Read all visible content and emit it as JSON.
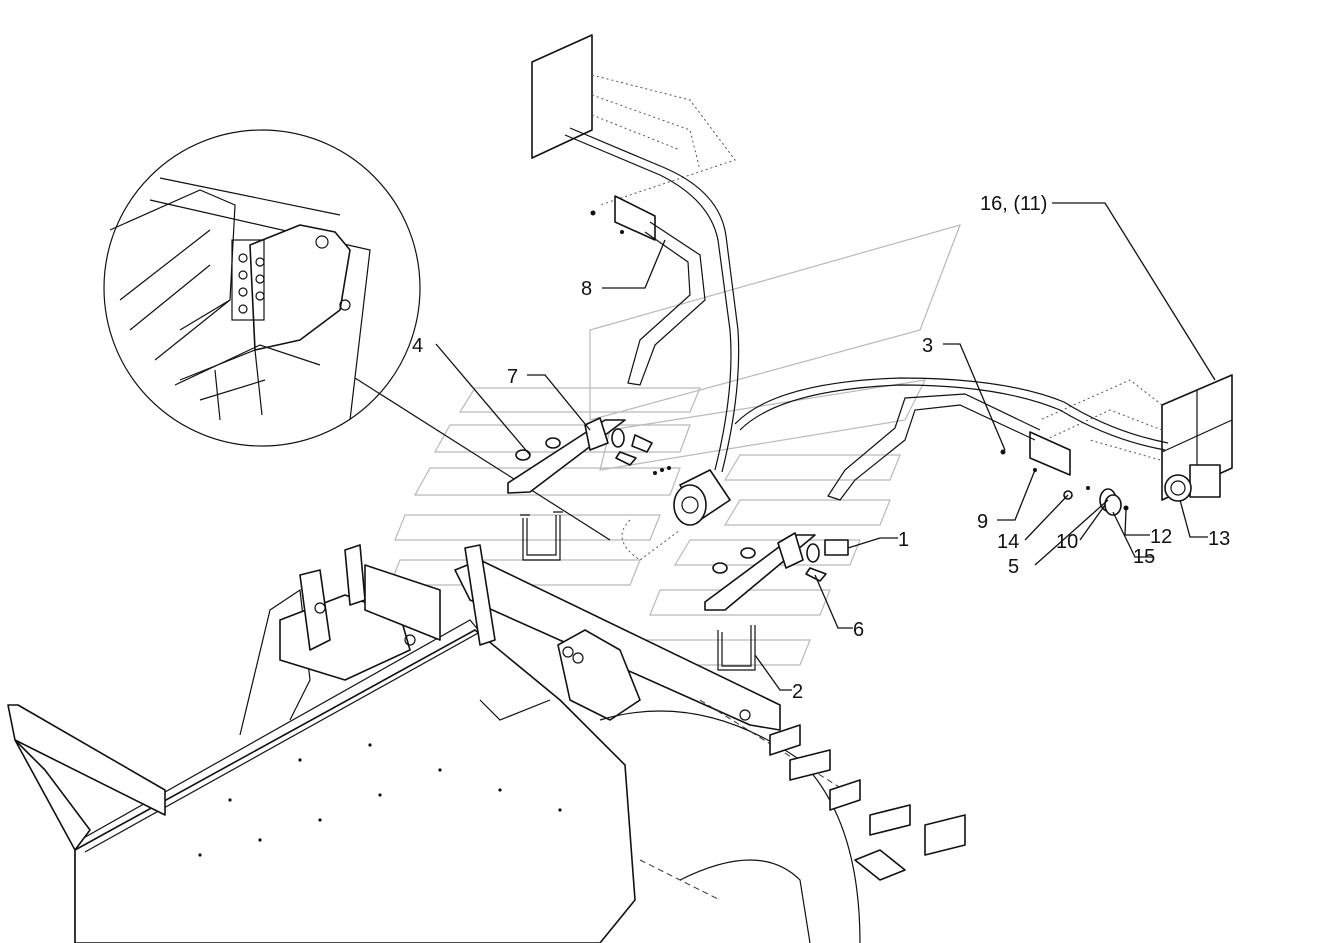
{
  "callouts": [
    {
      "id": "c16",
      "text": "16, (11)"
    },
    {
      "id": "c8",
      "text": "8"
    },
    {
      "id": "c4",
      "text": "4"
    },
    {
      "id": "c7",
      "text": "7"
    },
    {
      "id": "c3",
      "text": "3"
    },
    {
      "id": "c9",
      "text": "9"
    },
    {
      "id": "c14",
      "text": "14"
    },
    {
      "id": "c10",
      "text": "10"
    },
    {
      "id": "c12",
      "text": "12"
    },
    {
      "id": "c5",
      "text": "5"
    },
    {
      "id": "c15",
      "text": "15"
    },
    {
      "id": "c13",
      "text": "13"
    },
    {
      "id": "c1",
      "text": "1"
    },
    {
      "id": "c6",
      "text": "6"
    },
    {
      "id": "c2",
      "text": "2"
    }
  ]
}
